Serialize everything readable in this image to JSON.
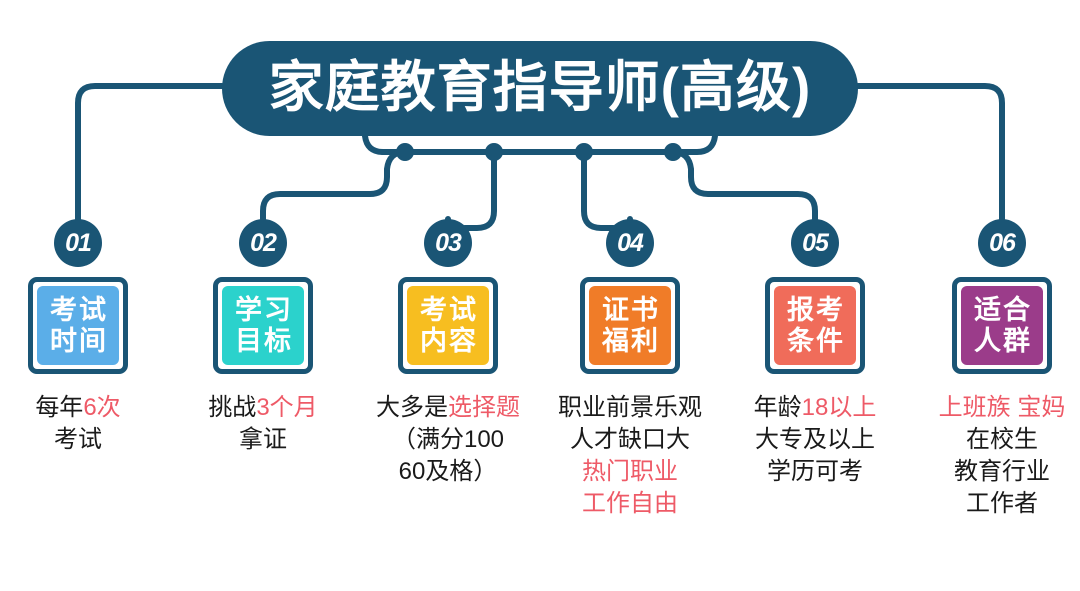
{
  "title": {
    "text": "家庭教育指导师(高级)",
    "pill_color": "#1A5575",
    "text_color": "#FFFFFF"
  },
  "theme": {
    "line_color": "#1A5575",
    "highlight_color": "#EE5A67",
    "body_text_color": "#1A1A1A",
    "background": "#FFFFFF"
  },
  "items": [
    {
      "number": "01",
      "box_line1": "考试",
      "box_line2": "时间",
      "box_color": "#5BAEE8",
      "caption": [
        [
          {
            "t": "每年",
            "hl": false
          },
          {
            "t": "6次",
            "hl": true
          }
        ],
        [
          {
            "t": "考试",
            "hl": false
          }
        ]
      ]
    },
    {
      "number": "02",
      "box_line1": "学习",
      "box_line2": "目标",
      "box_color": "#2BD2CC",
      "caption": [
        [
          {
            "t": "挑战",
            "hl": false
          },
          {
            "t": "3个月",
            "hl": true
          }
        ],
        [
          {
            "t": "拿证",
            "hl": false
          }
        ]
      ]
    },
    {
      "number": "03",
      "box_line1": "考试",
      "box_line2": "内容",
      "box_color": "#F7BE20",
      "caption": [
        [
          {
            "t": "大多是",
            "hl": false
          },
          {
            "t": "选择题",
            "hl": true
          }
        ],
        [
          {
            "t": "（满分100",
            "hl": false
          }
        ],
        [
          {
            "t": "60及格）",
            "hl": false
          }
        ]
      ]
    },
    {
      "number": "04",
      "box_line1": "证书",
      "box_line2": "福利",
      "box_color": "#F07C28",
      "caption": [
        [
          {
            "t": "职业前景乐观",
            "hl": false
          }
        ],
        [
          {
            "t": "人才缺口大",
            "hl": false
          }
        ],
        [
          {
            "t": "热门职业",
            "hl": true
          }
        ],
        [
          {
            "t": "工作自由",
            "hl": true
          }
        ]
      ]
    },
    {
      "number": "05",
      "box_line1": "报考",
      "box_line2": "条件",
      "box_color": "#F06C5A",
      "caption": [
        [
          {
            "t": "年龄",
            "hl": false
          },
          {
            "t": "18以上",
            "hl": true
          }
        ],
        [
          {
            "t": "大专及以上",
            "hl": false
          }
        ],
        [
          {
            "t": "学历可考",
            "hl": false
          }
        ]
      ]
    },
    {
      "number": "06",
      "box_line1": "适合",
      "box_line2": "人群",
      "box_color": "#9B3C8A",
      "caption": [
        [
          {
            "t": "上班族 宝妈",
            "hl": true
          }
        ],
        [
          {
            "t": "在校生",
            "hl": false
          }
        ],
        [
          {
            "t": "教育行业",
            "hl": false
          }
        ],
        [
          {
            "t": "工作者",
            "hl": false
          }
        ]
      ]
    }
  ]
}
